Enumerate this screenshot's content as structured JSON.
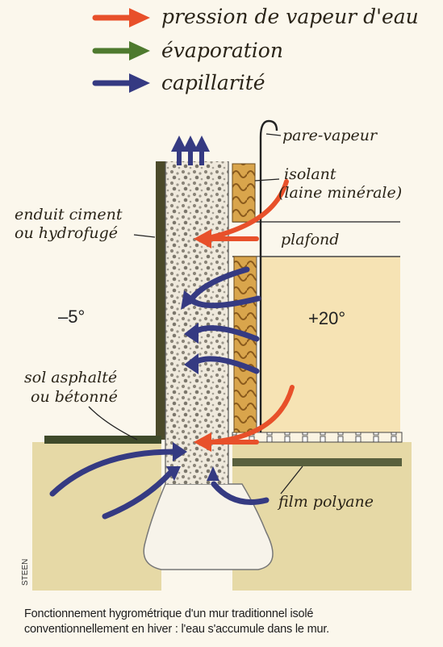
{
  "legend": [
    {
      "label": "pression de vapeur d'eau",
      "color": "#e8502a",
      "icon": "arrow-right"
    },
    {
      "label": "évaporation",
      "color": "#4e7a2e",
      "icon": "arrow-right"
    },
    {
      "label": "capillarité",
      "color": "#353a82",
      "icon": "arrow-right"
    }
  ],
  "labels": {
    "pare_vapeur": "pare-vapeur",
    "isolant_1": "isolant",
    "isolant_2": "(laine minérale)",
    "enduit_1": "enduit ciment",
    "enduit_2": "ou hydrofugé",
    "plafond": "plafond",
    "sol_1": "sol asphalté",
    "sol_2": "ou bétonné",
    "film": "film polyane",
    "signature": "STEEN"
  },
  "temperatures": {
    "outside": "–5°",
    "inside": "+20°"
  },
  "caption": [
    "Fonctionnement hygrométrique d'un mur traditionnel isolé",
    "conventionnellement en hiver : l'eau s'accumule dans le mur."
  ],
  "colors": {
    "vapor": "#e8502a",
    "evaporation": "#4e7a2e",
    "capillarity": "#353a82",
    "soil": "#e6d9a6",
    "interior": "#f6e3b4",
    "insulation": "#d6a24a",
    "render": "#4b4a2a"
  }
}
